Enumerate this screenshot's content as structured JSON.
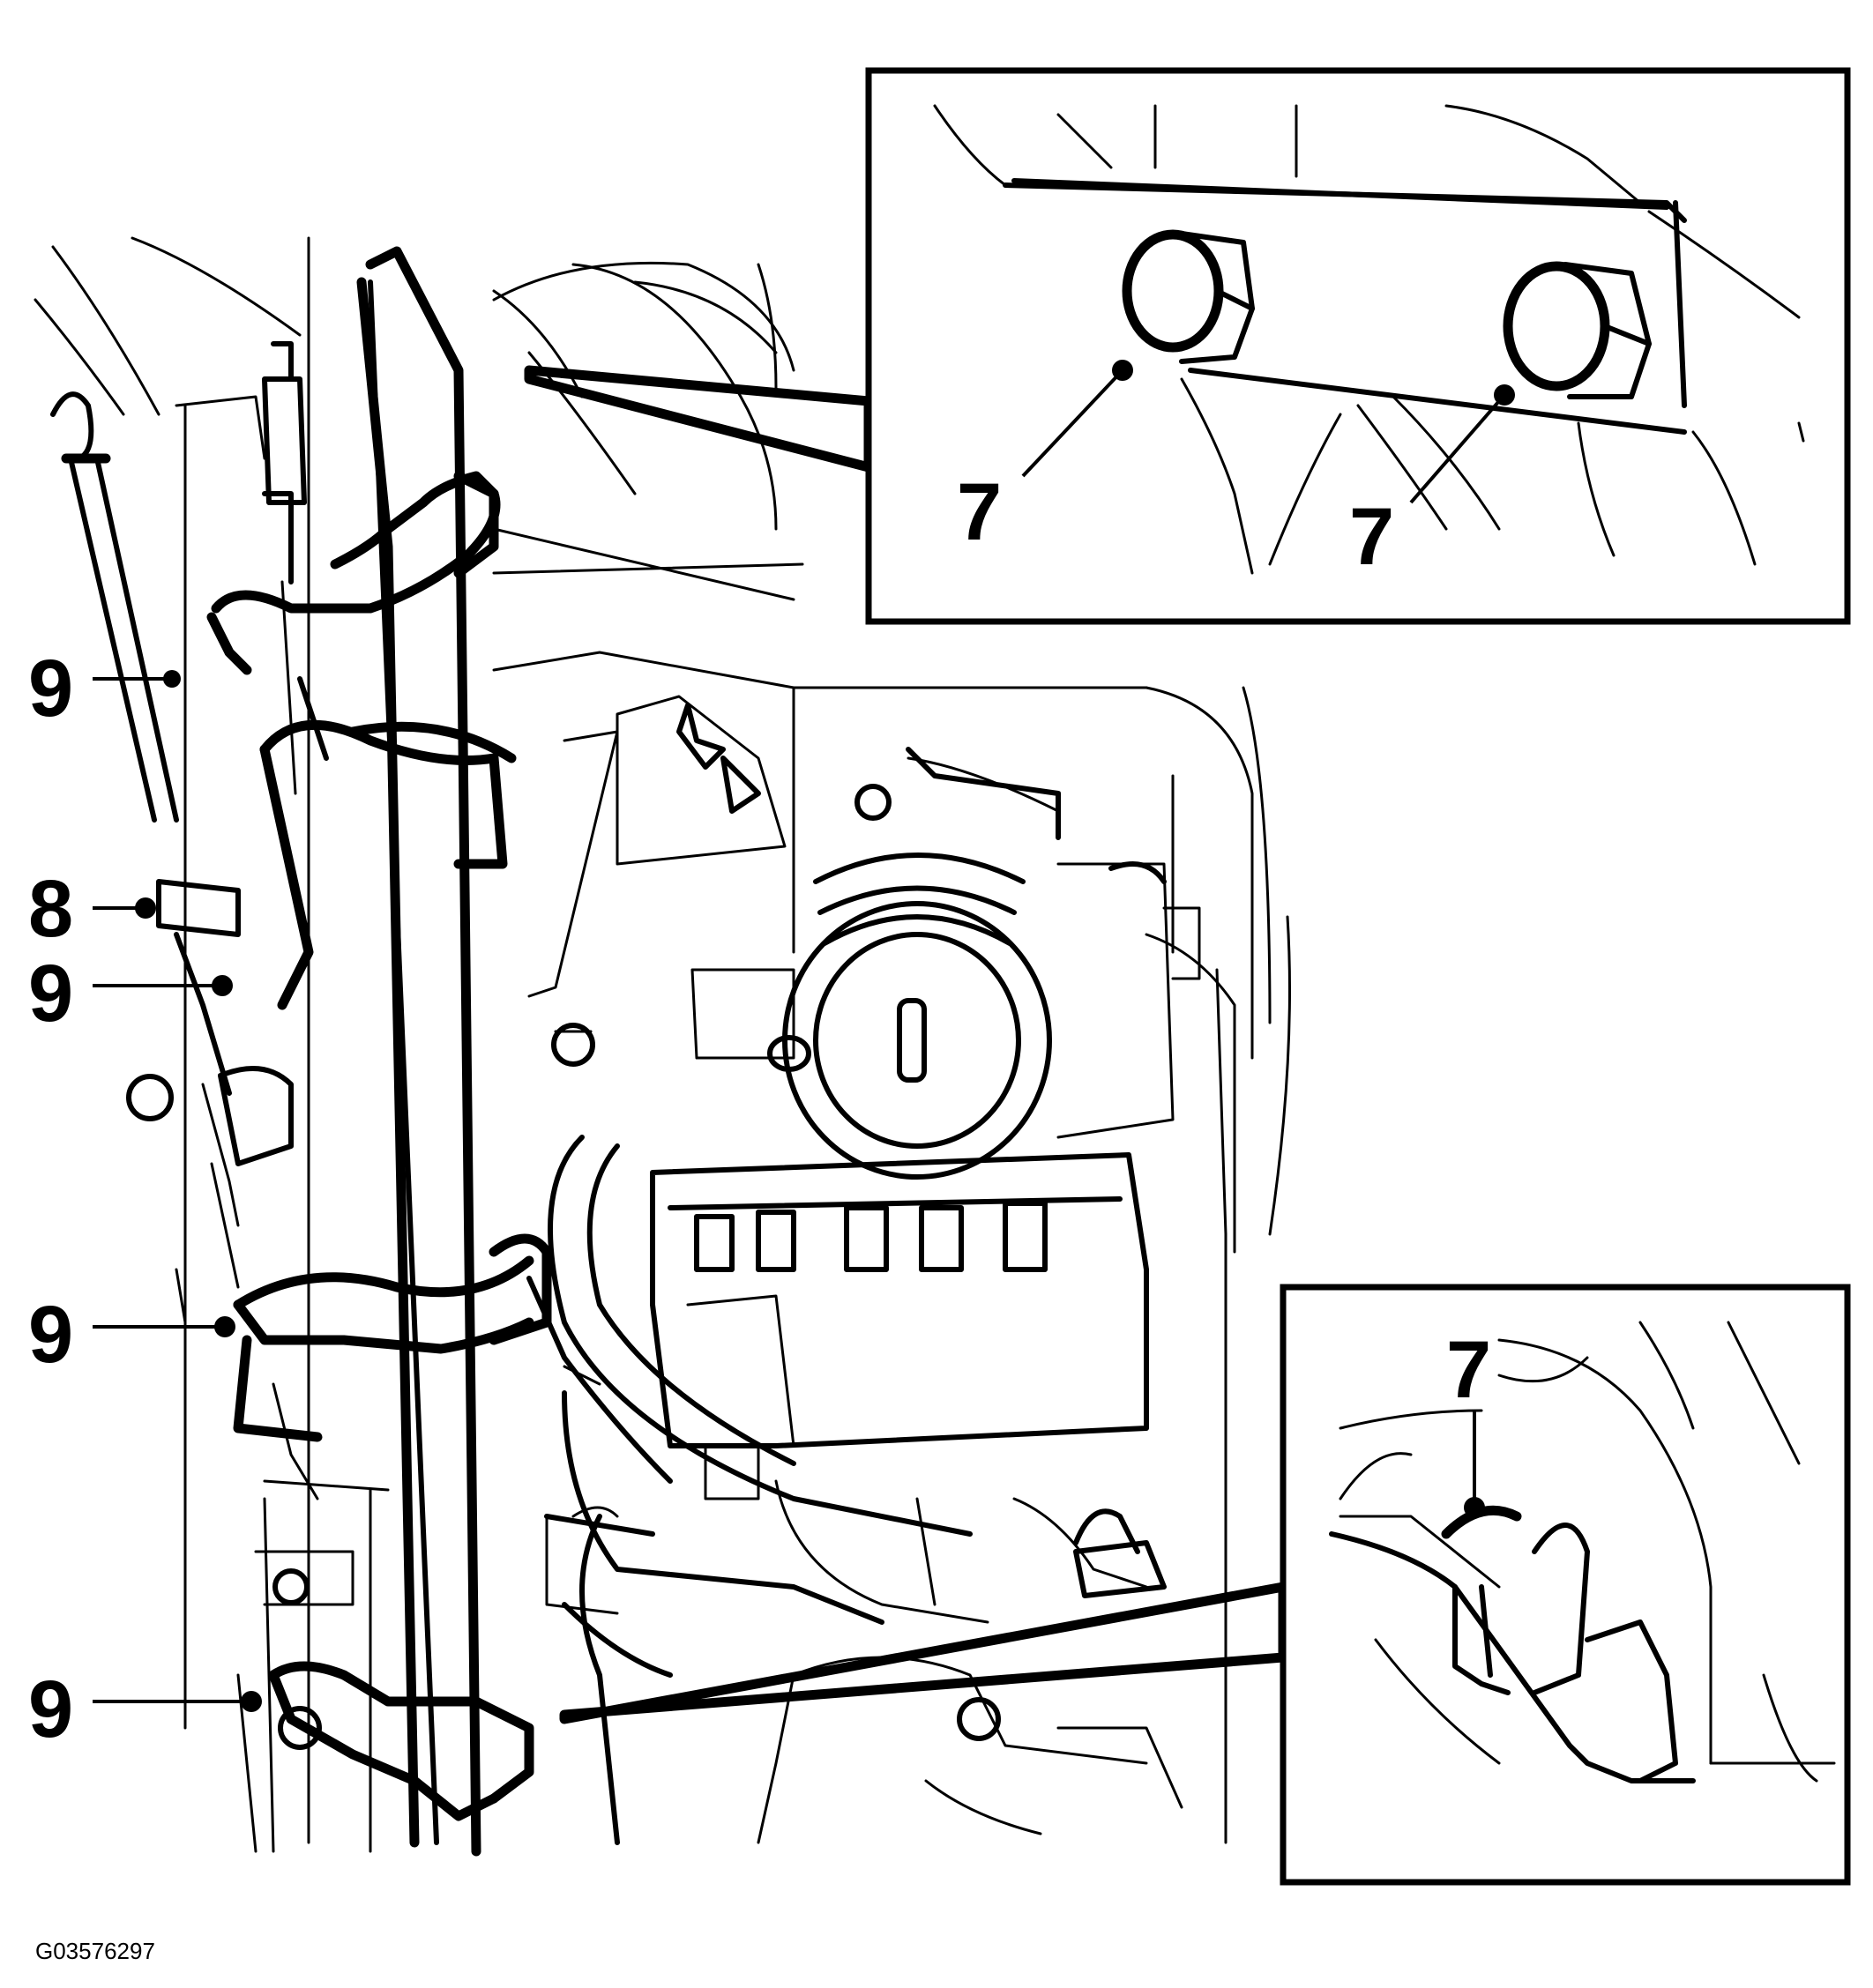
{
  "figure_id": "G03576297",
  "colors": {
    "ink": "#000000",
    "paper": "#ffffff"
  },
  "callouts": [
    {
      "id": "c9a",
      "label": "9"
    },
    {
      "id": "c8",
      "label": "8"
    },
    {
      "id": "c9b",
      "label": "9"
    },
    {
      "id": "c9c",
      "label": "9"
    },
    {
      "id": "c9d",
      "label": "9"
    },
    {
      "id": "c7a",
      "label": "7"
    },
    {
      "id": "c7b",
      "label": "7"
    },
    {
      "id": "c7c",
      "label": "7"
    }
  ]
}
